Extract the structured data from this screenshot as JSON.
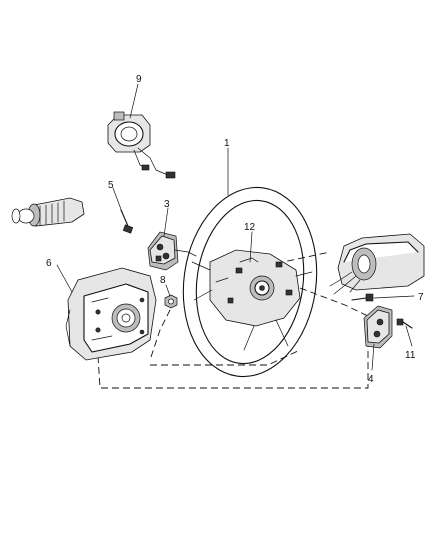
{
  "callouts": {
    "c1": "1",
    "c3": "3",
    "c4": "4",
    "c5": "5",
    "c6": "6",
    "c7": "7",
    "c8": "8",
    "c9": "9",
    "c11": "11",
    "c12": "12"
  }
}
